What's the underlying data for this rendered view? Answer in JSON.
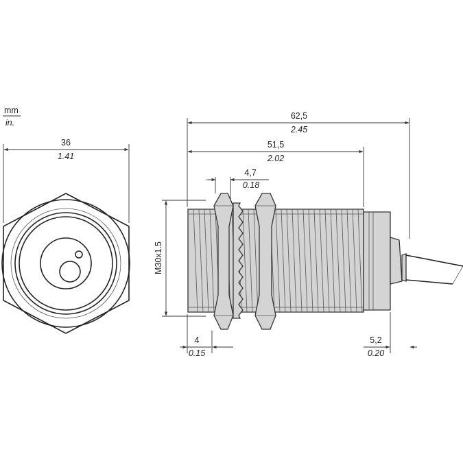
{
  "units": {
    "primary": "mm",
    "secondary": "in."
  },
  "dimensions": {
    "overall_length": {
      "mm": "62,5",
      "in": "2.45"
    },
    "body_length": {
      "mm": "51,5",
      "in": "2.02"
    },
    "nut_width": {
      "mm": "4,7",
      "in": "0.18"
    },
    "hex_width": {
      "mm": "36",
      "in": "1.41"
    },
    "thread": {
      "label": "M30x1.5"
    },
    "front_offset": {
      "mm": "4",
      "in": "0.15"
    },
    "rear_length": {
      "mm": "5,2",
      "in": "0.20"
    }
  },
  "colors": {
    "body_fill": "#d4d4d4",
    "line": "#222222"
  }
}
